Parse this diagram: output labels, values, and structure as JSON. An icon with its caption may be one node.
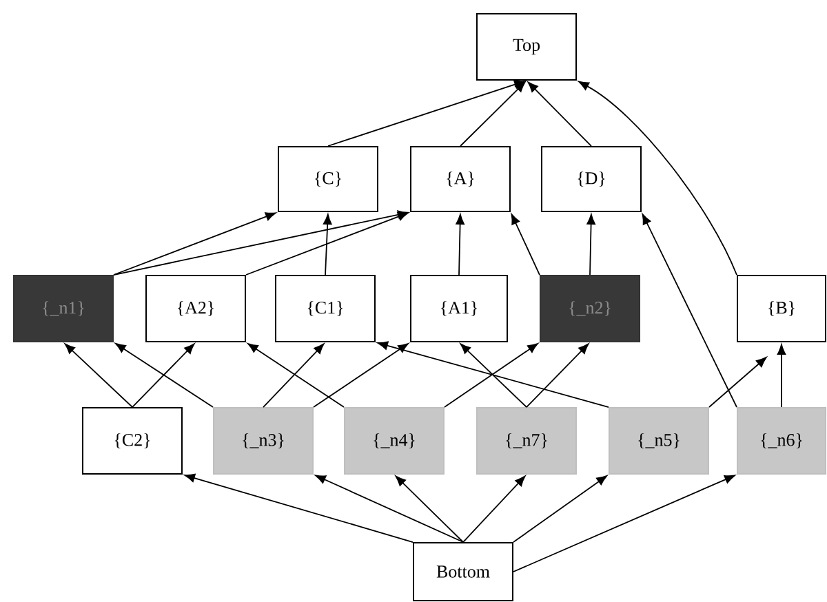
{
  "diagram": {
    "nodes": [
      {
        "text": [
          "Top"
        ]
      },
      {
        "text": [
          "{C}"
        ]
      },
      {
        "text": [
          "{A}"
        ]
      },
      {
        "text": [
          "{D}"
        ]
      },
      {
        "text": [
          "{_n1}"
        ]
      },
      {
        "text": [
          "{A2}"
        ]
      },
      {
        "text": [
          "{C1}"
        ]
      },
      {
        "text": [
          "{A1}"
        ]
      },
      {
        "text": [
          "{_n2}"
        ]
      },
      {
        "text": [
          "{B}"
        ]
      },
      {
        "text": [
          "{C2}"
        ]
      },
      {
        "text": [
          "{_n3}"
        ]
      },
      {
        "text": [
          "{_n4}"
        ]
      },
      {
        "text": [
          "{_n7}"
        ]
      },
      {
        "text": [
          "{_n5}"
        ]
      },
      {
        "text": [
          "{_n6}"
        ]
      },
      {
        "text": [
          "Bottom"
        ]
      }
    ],
    "edges": [
      {
        "from": 1,
        "to": 0,
        "arrow": "to"
      },
      {
        "from": 2,
        "to": 0,
        "arrow": "to"
      },
      {
        "from": 3,
        "to": 0,
        "arrow": "to"
      },
      {
        "from": 9,
        "to": 0,
        "arrow": "to"
      },
      {
        "from": 4,
        "to": 1,
        "arrow": "to"
      },
      {
        "from": 4,
        "to": 2,
        "arrow": "to"
      },
      {
        "from": 5,
        "to": 2,
        "arrow": "to"
      },
      {
        "from": 6,
        "to": 1,
        "arrow": "to"
      },
      {
        "from": 7,
        "to": 2,
        "arrow": "to"
      },
      {
        "from": 8,
        "to": 2,
        "arrow": "to"
      },
      {
        "from": 8,
        "to": 3,
        "arrow": "to"
      },
      {
        "from": 15,
        "to": 3,
        "arrow": "to"
      },
      {
        "from": 10,
        "to": 4,
        "arrow": "to"
      },
      {
        "from": 10,
        "to": 5,
        "arrow": "to"
      },
      {
        "from": 11,
        "to": 4,
        "arrow": "to"
      },
      {
        "from": 11,
        "to": 6,
        "arrow": "to"
      },
      {
        "from": 11,
        "to": 7,
        "arrow": "to"
      },
      {
        "from": 12,
        "to": 5,
        "arrow": "to"
      },
      {
        "from": 12,
        "to": 8,
        "arrow": "to"
      },
      {
        "from": 13,
        "to": 7,
        "arrow": "to"
      },
      {
        "from": 13,
        "to": 8,
        "arrow": "to"
      },
      {
        "from": 14,
        "to": 6,
        "arrow": "to"
      },
      {
        "from": 14,
        "to": 9,
        "arrow": "to"
      },
      {
        "from": 15,
        "to": 9,
        "arrow": "to"
      },
      {
        "from": 16,
        "to": 10,
        "arrow": "to"
      },
      {
        "from": 16,
        "to": 11,
        "arrow": "to"
      },
      {
        "from": 16,
        "to": 12,
        "arrow": "to"
      },
      {
        "from": 16,
        "to": 13,
        "arrow": "to"
      },
      {
        "from": 16,
        "to": 14,
        "arrow": "to"
      },
      {
        "from": 16,
        "to": 15,
        "arrow": "to"
      }
    ]
  }
}
